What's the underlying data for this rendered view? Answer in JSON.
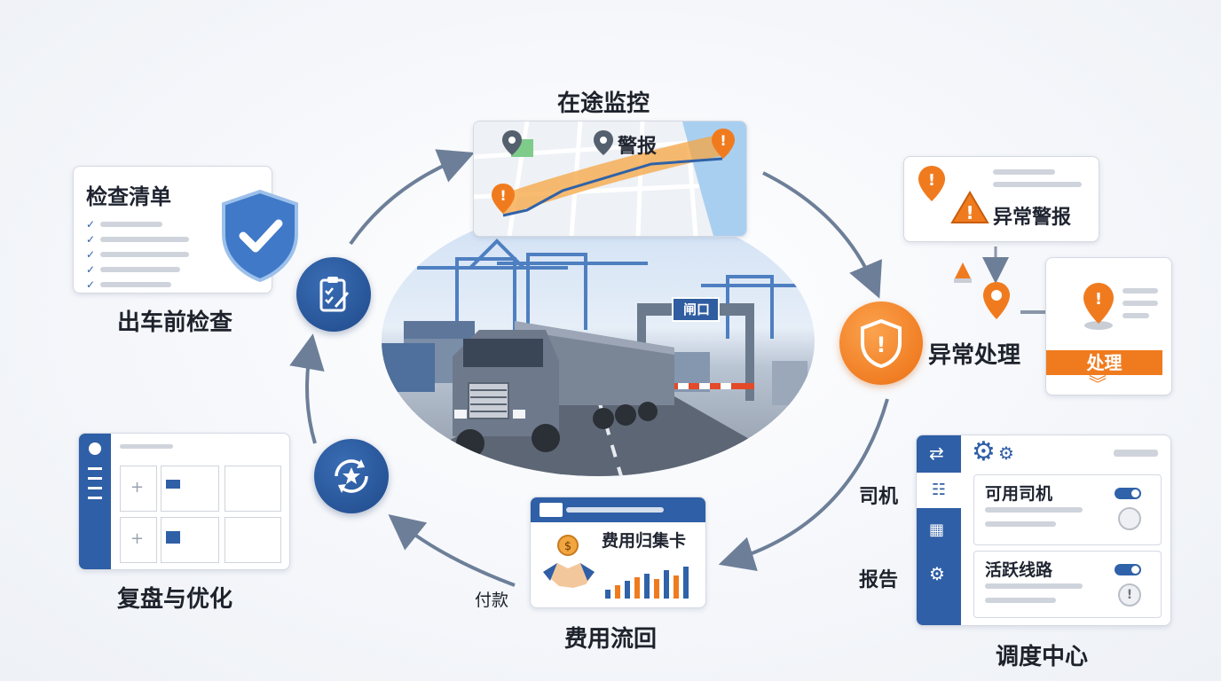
{
  "center": {
    "gate_sign": "闸口"
  },
  "stages": {
    "monitoring": {
      "title": "在途监控",
      "alert_label": "警报"
    },
    "exception": {
      "title": "异常处理",
      "alert_card_label": "异常警报",
      "process_button": "处理"
    },
    "dispatch": {
      "title": "调度中心",
      "side_driver": "司机",
      "side_report": "报告",
      "row1_label": "可用司机",
      "row2_label": "活跃线路"
    },
    "expense": {
      "title": "费用流回",
      "card_label": "费用归集卡",
      "payment": "付款"
    },
    "review": {
      "title": "复盘与优化"
    },
    "pretrip": {
      "title": "出车前检查",
      "checklist_title": "检查清单"
    }
  },
  "colors": {
    "accent_blue": "#2f62a8",
    "accent_orange": "#f07b1e",
    "arrow": "#6d7f98"
  },
  "icons": [
    "map-pin-icon",
    "warning-icon",
    "shield-check-icon",
    "clipboard-icon",
    "refresh-star-icon",
    "gear-icon",
    "handshake-icon",
    "calendar-icon",
    "user-icon",
    "swap-icon",
    "grid-icon"
  ]
}
